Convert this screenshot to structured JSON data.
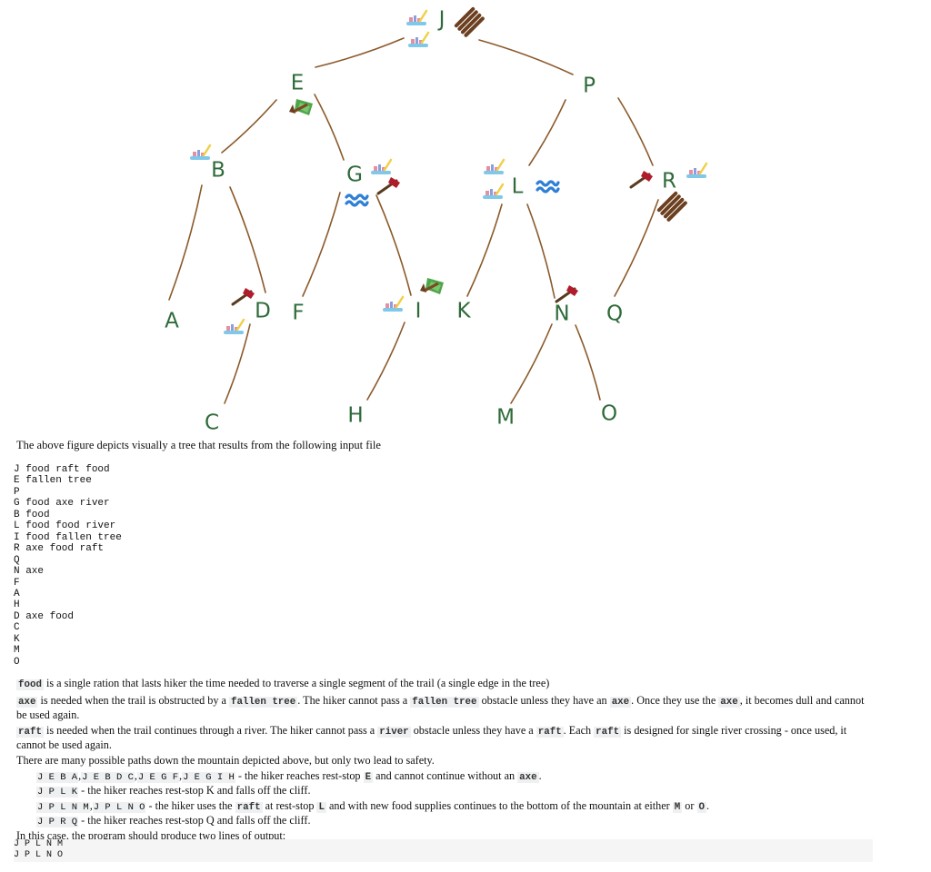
{
  "tree": {
    "nodes": [
      "J",
      "E",
      "P",
      "B",
      "G",
      "L",
      "R",
      "A",
      "D",
      "F",
      "I",
      "K",
      "N",
      "Q",
      "C",
      "H",
      "M",
      "O"
    ],
    "edges": [
      [
        "J",
        "E"
      ],
      [
        "J",
        "P"
      ],
      [
        "E",
        "B"
      ],
      [
        "E",
        "G"
      ],
      [
        "P",
        "L"
      ],
      [
        "P",
        "R"
      ],
      [
        "B",
        "A"
      ],
      [
        "B",
        "D"
      ],
      [
        "G",
        "F"
      ],
      [
        "G",
        "I"
      ],
      [
        "L",
        "K"
      ],
      [
        "L",
        "N"
      ],
      [
        "R",
        "Q"
      ],
      [
        "D",
        "C"
      ],
      [
        "I",
        "H"
      ],
      [
        "N",
        "M"
      ],
      [
        "N",
        "O"
      ]
    ],
    "icons": {
      "food": "food-tray-icon",
      "raft": "raft-icon",
      "axe": "axe-icon",
      "river": "river-waves-icon",
      "fallen_tree": "fallen-tree-icon"
    },
    "colors": {
      "edge": "#8b5a2b",
      "label": "#2f6b3a",
      "river": "#2f7fd6",
      "axe_head": "#b01c2b",
      "fallen_tree": "#4ea64a"
    }
  },
  "caption": "The above figure depicts visually a tree that results from the following input file",
  "input_file": "J food raft food\nE fallen tree\nP\nG food axe river\nB food\nL food food river\nI food fallen tree\nR axe food raft\nQ\nN axe\nF\nA\nH\nD axe food\nC\nK\nM\nO",
  "defs": {
    "food_term": "food",
    "food_text": " is a single ration that lasts hiker the time needed to traverse a single segment of the trail (a single edge in the tree)",
    "axe_term": "axe",
    "axe_t1": " is needed when the trail is obstructed by a ",
    "fallen_tree": "fallen tree",
    "axe_t2": ". The hiker cannot pass a ",
    "axe_t3": " obstacle unless they have an ",
    "axe_t4": ". Once they use the ",
    "axe_t5": ", it becomes dull and cannot be used again.",
    "raft_term": "raft",
    "raft_t1": " is needed when the trail continues through a river. The hiker cannot pass a ",
    "river": "river",
    "raft_t2": " obstacle unless they have a ",
    "raft_t3": ". Each ",
    "raft_t4": " is designed for single river crossing - once used, it cannot be used again."
  },
  "paths_intro": "There are many possible paths down the mountain depicted above, but only two lead to safety.",
  "paths": [
    {
      "codes": [
        "J E B A",
        "J E B D C",
        "J E G F",
        "J E G I H"
      ],
      "text1": " - the hiker reaches rest-stop ",
      "k1": "E",
      "text2": " and cannot continue without an ",
      "k2": "axe",
      "text3": "."
    },
    {
      "codes": [
        "J P L K"
      ],
      "text1": " - the hiker reaches rest-stop K and falls off the cliff.",
      "k1": "",
      "text2": "",
      "k2": "",
      "text3": ""
    },
    {
      "codes": [
        "J P L N M",
        "J P L N O"
      ],
      "text1": " - the hiker uses the ",
      "k1": "raft",
      "text2": " at rest-stop ",
      "k2": "L",
      "text3": " and with new food supplies continues to the bottom of the mountain at either ",
      "k3": "M",
      "text4": " or ",
      "k4": "O",
      "text5": "."
    },
    {
      "codes": [
        "J P R Q"
      ],
      "text1": " - the hiker reaches rest-stop Q and falls off the cliff.",
      "k1": "",
      "text2": "",
      "k2": "",
      "text3": ""
    }
  ],
  "output_intro": "In this case, the program should produce two lines of output:",
  "output": "J P L N M\nJ P L N O"
}
